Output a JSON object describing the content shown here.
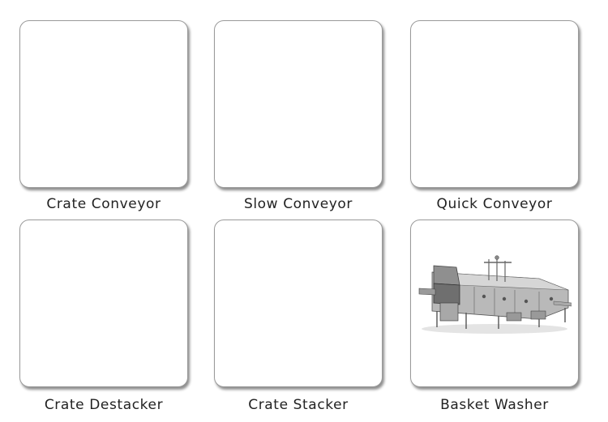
{
  "products": [
    {
      "label": "Crate Conveyor",
      "icon": "product-image-placeholder"
    },
    {
      "label": "Slow Conveyor",
      "icon": "product-image-placeholder"
    },
    {
      "label": "Quick Conveyor",
      "icon": "product-image-placeholder"
    },
    {
      "label": "Crate Destacker",
      "icon": "product-image-placeholder"
    },
    {
      "label": "Crate Stacker",
      "icon": "product-image-placeholder"
    },
    {
      "label": "Basket Washer",
      "icon": "basket-washer-machine-image"
    }
  ]
}
